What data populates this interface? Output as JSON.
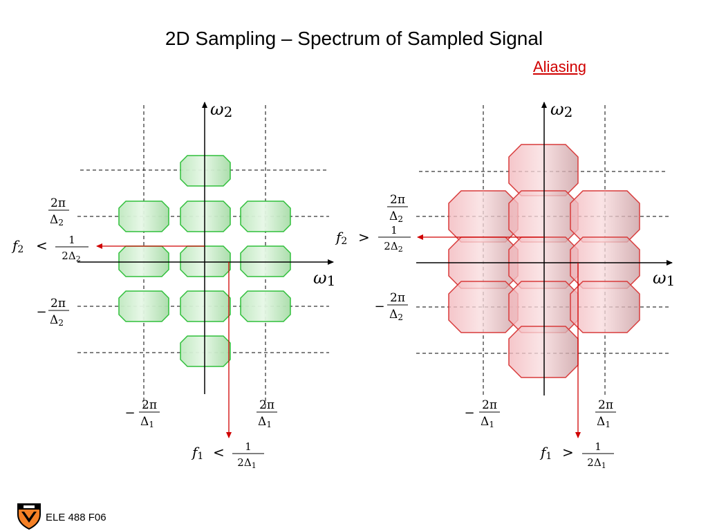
{
  "slide": {
    "title": "2D Sampling – Spectrum of Sampled Signal",
    "subtitle": "Aliasing",
    "footer": "ELE 488 F06"
  },
  "colors": {
    "green_fill": "#d8f2d8",
    "green_stroke": "#2fbf3a",
    "red_fill": "#f4c4c8",
    "red_stroke": "#d83a3a",
    "arrow_red": "#d00000"
  },
  "left_panel": {
    "omega2": "ω",
    "omega2_sub": "2",
    "omega1": "ω",
    "omega1_sub": "1",
    "f2_lhs": "f",
    "f2_sub": "2",
    "f2_rel": "<",
    "f2_num": "1",
    "f2_den": "2Δ",
    "f2_den_sub": "2",
    "f1_lhs": "f",
    "f1_sub": "1",
    "f1_rel": "<",
    "f1_num": "1",
    "f1_den": "2Δ",
    "f1_den_sub": "1",
    "y_pos_num": "2π",
    "y_pos_den": "Δ",
    "y_pos_den_sub": "2",
    "y_neg_sign": "−",
    "y_neg_num": "2π",
    "y_neg_den": "Δ",
    "y_neg_den_sub": "2",
    "x_neg_sign": "−",
    "x_neg_num": "2π",
    "x_neg_den": "Δ",
    "x_neg_den_sub": "1",
    "x_pos_num": "2π",
    "x_pos_den": "Δ",
    "x_pos_den_sub": "1"
  },
  "right_panel": {
    "omega2": "ω",
    "omega2_sub": "2",
    "omega1": "ω",
    "omega1_sub": "1",
    "f2_lhs": "f",
    "f2_sub": "2",
    "f2_rel": ">",
    "f2_num": "1",
    "f2_den": "2Δ",
    "f2_den_sub": "2",
    "f1_lhs": "f",
    "f1_sub": "1",
    "f1_rel": ">",
    "f1_num": "1",
    "f1_den": "2Δ",
    "f1_den_sub": "1",
    "y_pos_num": "2π",
    "y_pos_den": "Δ",
    "y_pos_den_sub": "2",
    "y_neg_sign": "−",
    "y_neg_num": "2π",
    "y_neg_den": "Δ",
    "y_neg_den_sub": "2",
    "x_neg_sign": "−",
    "x_neg_num": "2π",
    "x_neg_den": "Δ",
    "x_neg_den_sub": "1",
    "x_pos_num": "2π",
    "x_pos_den": "Δ",
    "x_pos_den_sub": "1"
  }
}
